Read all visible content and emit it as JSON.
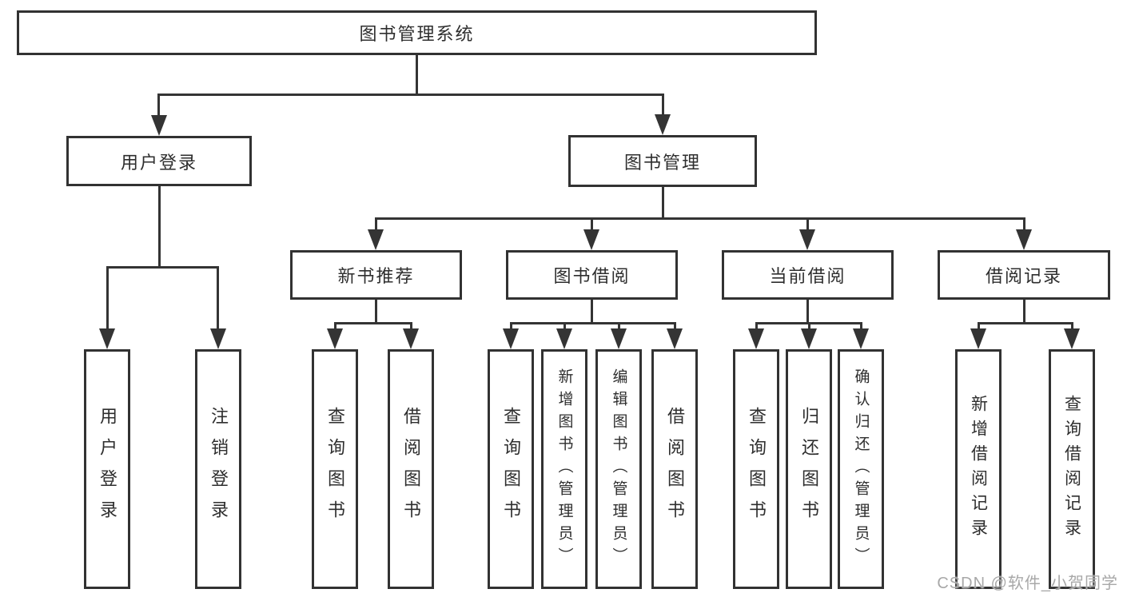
{
  "tree": {
    "root": "图书管理系统",
    "branches": [
      {
        "label": "用户登录",
        "children": [
          "用户登录",
          "注销登录"
        ]
      },
      {
        "label": "图书管理",
        "sections": [
          {
            "label": "新书推荐",
            "children": [
              "查询图书",
              "借阅图书"
            ]
          },
          {
            "label": "图书借阅",
            "children": [
              "查询图书",
              "新增图书（管理员）",
              "编辑图书（管理员）",
              "借阅图书"
            ]
          },
          {
            "label": "当前借阅",
            "children": [
              "查询图书",
              "归还图书",
              "确认归还（管理员）"
            ]
          },
          {
            "label": "借阅记录",
            "children": [
              "新增借阅记录",
              "查询借阅记录"
            ]
          }
        ]
      }
    ]
  },
  "watermark": "CSDN @软件_小贺同学",
  "colors": {
    "line": "#343434",
    "border": "#323232",
    "text": "#2e2e2e",
    "watermark": "#a8a8a8",
    "background": "#ffffff"
  }
}
